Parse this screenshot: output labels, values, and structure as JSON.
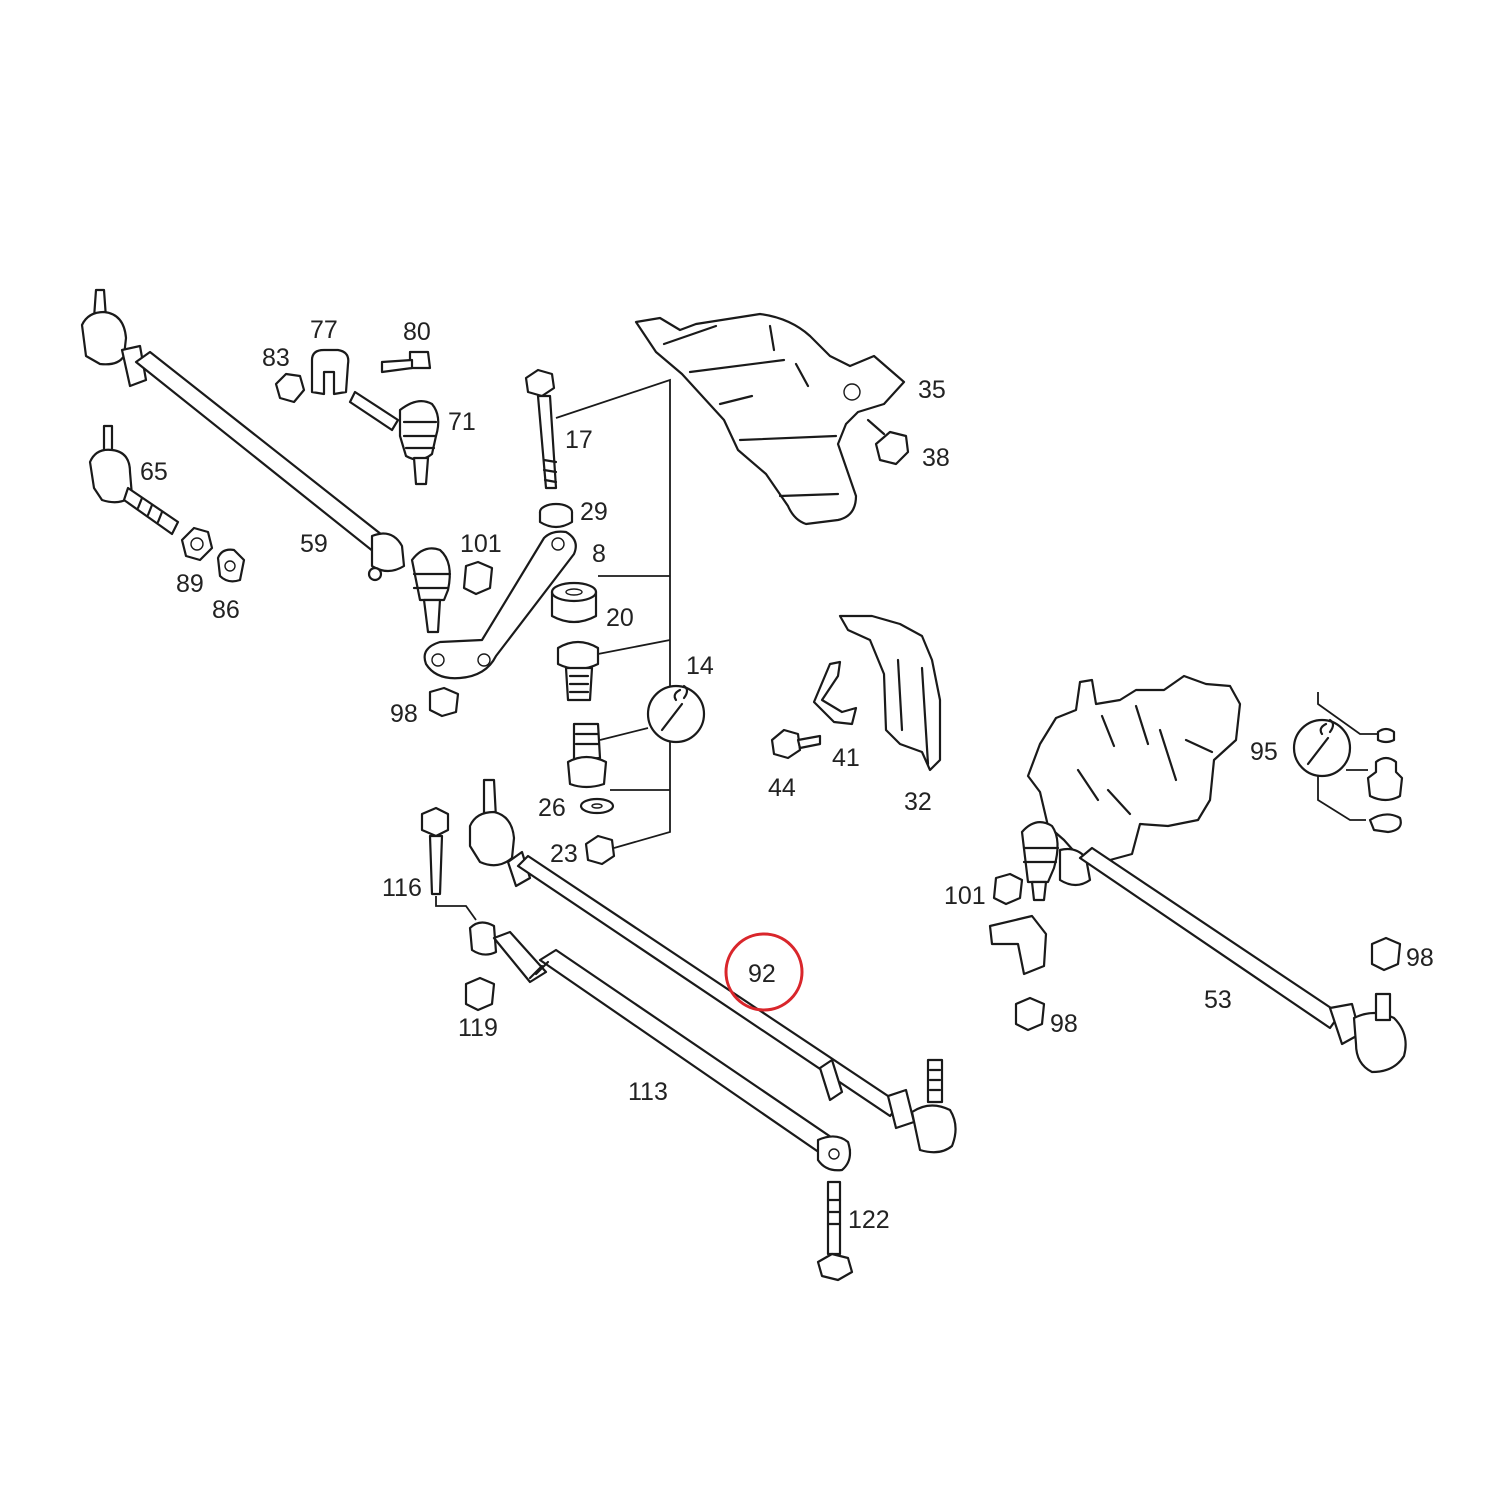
{
  "callouts": {
    "p8": "8",
    "p14": "14",
    "p17": "17",
    "p20": "20",
    "p23": "23",
    "p26": "26",
    "p29": "29",
    "p32": "32",
    "p35": "35",
    "p38": "38",
    "p41": "41",
    "p44": "44",
    "p53": "53",
    "p59": "59",
    "p65": "65",
    "p71": "71",
    "p77": "77",
    "p80": "80",
    "p83": "83",
    "p86": "86",
    "p89": "89",
    "p92": "92",
    "p95": "95",
    "p98a": "98",
    "p98b": "98",
    "p98c": "98",
    "p101a": "101",
    "p101b": "101",
    "p113": "113",
    "p116": "116",
    "p119": "119",
    "p122": "122"
  },
  "highlight": {
    "part": "92",
    "color": "#d9262b"
  },
  "colors": {
    "line": "#1a1a1a",
    "background": "#ffffff"
  }
}
